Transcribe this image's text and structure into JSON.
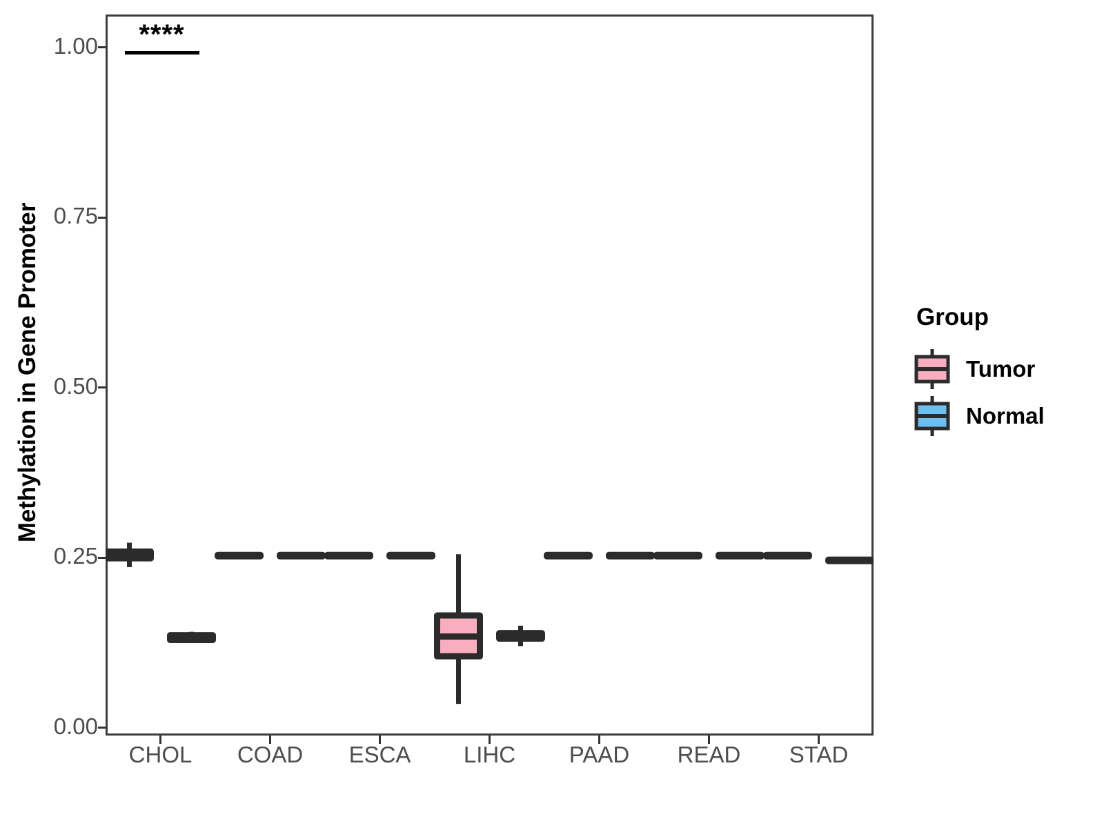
{
  "chart_data": {
    "type": "box",
    "title": "",
    "xlabel": "",
    "ylabel": "Methylation in Gene Promoter",
    "ylim": [
      0.0,
      1.0
    ],
    "y_ticks": [
      0.0,
      0.25,
      0.5,
      0.75,
      1.0
    ],
    "y_tick_labels": [
      "0.00",
      "0.25",
      "0.50",
      "0.75",
      "1.00"
    ],
    "categories": [
      "CHOL",
      "COAD",
      "ESCA",
      "LIHC",
      "PAAD",
      "READ",
      "STAD"
    ],
    "grid": false,
    "legend": {
      "title": "Group",
      "position": "right",
      "entries": [
        {
          "name": "Tumor",
          "color": "#F9AEC0"
        },
        {
          "name": "Normal",
          "color": "#6DBFF2"
        }
      ]
    },
    "annotations": [
      {
        "text": "****",
        "category": "CHOL",
        "y": 0.995,
        "type": "significance-bracket"
      }
    ],
    "series": [
      {
        "name": "Tumor",
        "color": "#F9AEC0",
        "boxes": [
          {
            "category": "CHOL",
            "min": 0.236,
            "q1": 0.249,
            "median": 0.254,
            "q3": 0.259,
            "max": 0.272
          },
          {
            "category": "COAD",
            "min": 0.252,
            "q1": 0.252,
            "median": 0.253,
            "q3": 0.254,
            "max": 0.256
          },
          {
            "category": "ESCA",
            "min": 0.252,
            "q1": 0.252,
            "median": 0.253,
            "q3": 0.254,
            "max": 0.255
          },
          {
            "category": "LIHC",
            "min": 0.035,
            "q1": 0.105,
            "median": 0.134,
            "q3": 0.165,
            "max": 0.255
          },
          {
            "category": "PAAD",
            "min": 0.252,
            "q1": 0.252,
            "median": 0.253,
            "q3": 0.254,
            "max": 0.256
          },
          {
            "category": "READ",
            "min": 0.252,
            "q1": 0.252,
            "median": 0.253,
            "q3": 0.254,
            "max": 0.255
          },
          {
            "category": "STAD",
            "min": 0.252,
            "q1": 0.252,
            "median": 0.253,
            "q3": 0.254,
            "max": 0.256
          }
        ]
      },
      {
        "name": "Normal",
        "color": "#6DBFF2",
        "boxes": [
          {
            "category": "CHOL",
            "min": 0.125,
            "q1": 0.129,
            "median": 0.132,
            "q3": 0.136,
            "max": 0.141
          },
          {
            "category": "COAD",
            "min": 0.252,
            "q1": 0.252,
            "median": 0.253,
            "q3": 0.254,
            "max": 0.254
          },
          {
            "category": "ESCA",
            "min": 0.252,
            "q1": 0.252,
            "median": 0.253,
            "q3": 0.254,
            "max": 0.254
          },
          {
            "category": "LIHC",
            "min": 0.12,
            "q1": 0.131,
            "median": 0.134,
            "q3": 0.139,
            "max": 0.15
          },
          {
            "category": "PAAD",
            "min": 0.252,
            "q1": 0.252,
            "median": 0.253,
            "q3": 0.254,
            "max": 0.254
          },
          {
            "category": "READ",
            "min": 0.252,
            "q1": 0.252,
            "median": 0.253,
            "q3": 0.254,
            "max": 0.254
          },
          {
            "category": "STAD",
            "min": 0.245,
            "q1": 0.245,
            "median": 0.246,
            "q3": 0.247,
            "max": 0.247
          }
        ]
      }
    ]
  },
  "axis": {
    "y_title": "Methylation in Gene Promoter",
    "y_tick_labels": [
      "1.00",
      "0.75",
      "0.50",
      "0.25",
      "0.00"
    ],
    "x_tick_labels": [
      "CHOL",
      "COAD",
      "ESCA",
      "LIHC",
      "PAAD",
      "READ",
      "STAD"
    ]
  },
  "legend": {
    "title": "Group",
    "tumor_label": "Tumor",
    "normal_label": "Normal"
  },
  "significance": {
    "stars": "****"
  },
  "colors": {
    "tumor": "#F9AEC0",
    "normal": "#6DBFF2",
    "outline": "#2B2B2B",
    "axis_text": "#4d4d4d",
    "panel_border": "#3d3d3d"
  }
}
